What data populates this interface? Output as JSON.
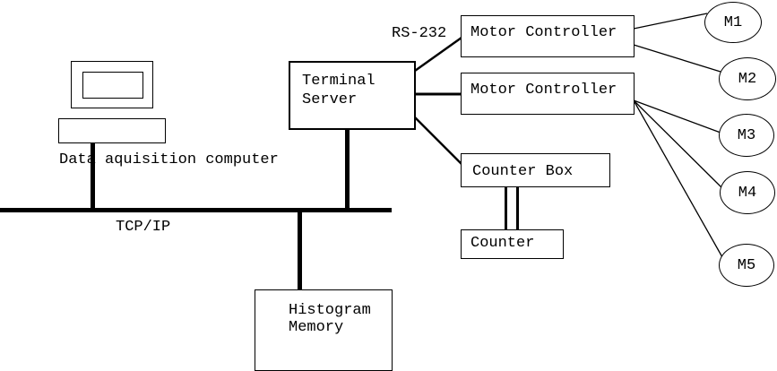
{
  "diagram": {
    "computer_caption": "Data aquisition computer",
    "bus_label": "TCP/IP",
    "serial_link_label": "RS-232",
    "nodes": {
      "terminal_server": "Terminal\nServer",
      "motor_controller_1": "Motor Controller",
      "motor_controller_2": "Motor Controller",
      "counter_box": "Counter Box",
      "counter": "Counter",
      "histogram_memory": "Histogram\nMemory"
    },
    "motors": [
      "M1",
      "M2",
      "M3",
      "M4",
      "M5"
    ],
    "colors": {
      "line": "#000000",
      "background": "#ffffff"
    }
  }
}
